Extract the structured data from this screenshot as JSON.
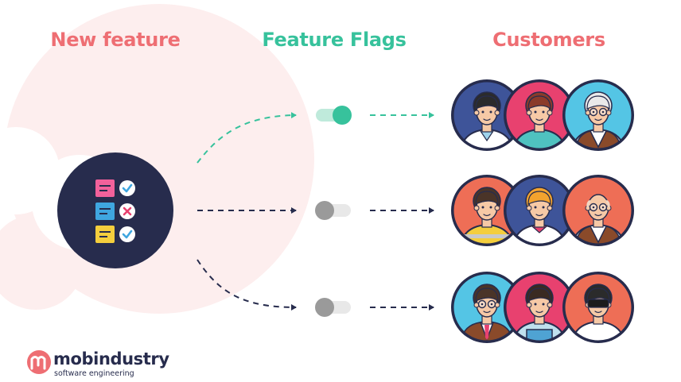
{
  "headings": {
    "new_feature": "New feature",
    "feature_flags": "Feature Flags",
    "customers": "Customers"
  },
  "feature_icon": {
    "rows": [
      {
        "note_color": "#f2619b",
        "mark": "check"
      },
      {
        "note_color": "#3fa6e0",
        "mark": "cross"
      },
      {
        "note_color": "#f4ce3d",
        "mark": "check"
      }
    ]
  },
  "flags": [
    {
      "state": "on"
    },
    {
      "state": "off"
    },
    {
      "state": "off"
    }
  ],
  "customer_groups": [
    {
      "flag_state": "on",
      "avatars": [
        {
          "bg": "#3e5499",
          "hair": "#2b2b2b",
          "outfit": "doctor"
        },
        {
          "bg": "#e8416f",
          "hair": "#8b3b2a",
          "outfit": "scrubs"
        },
        {
          "bg": "#54c5e5",
          "hair": "#e9e9e9",
          "outfit": "vest",
          "glasses": true
        }
      ]
    },
    {
      "flag_state": "off",
      "avatars": [
        {
          "bg": "#ee6e56",
          "hair": "#4a3428",
          "outfit": "hivis"
        },
        {
          "bg": "#3e5499",
          "hair": "#f2a32e",
          "outfit": "polo"
        },
        {
          "bg": "#ee6e56",
          "hair": "#f0d7c4",
          "outfit": "vest",
          "glasses": true,
          "bald": true
        }
      ]
    },
    {
      "flag_state": "off",
      "avatars": [
        {
          "bg": "#54c5e5",
          "hair": "#4a3428",
          "outfit": "suit",
          "glasses": true
        },
        {
          "bg": "#e8416f",
          "hair": "#3a2a22",
          "outfit": "overalls"
        },
        {
          "bg": "#ee6e56",
          "hair": "#2b2b2b",
          "outfit": "shirt",
          "visor": true
        }
      ]
    }
  ],
  "colors": {
    "coral": "#ee6e73",
    "teal": "#37c29c",
    "navy": "#272c4d",
    "off_gray": "#bdbdbd",
    "knob_off": "#9a9a9a",
    "blob": "#fdeeee"
  },
  "logo": {
    "name": "mobindustry",
    "tagline": "software engineering"
  }
}
